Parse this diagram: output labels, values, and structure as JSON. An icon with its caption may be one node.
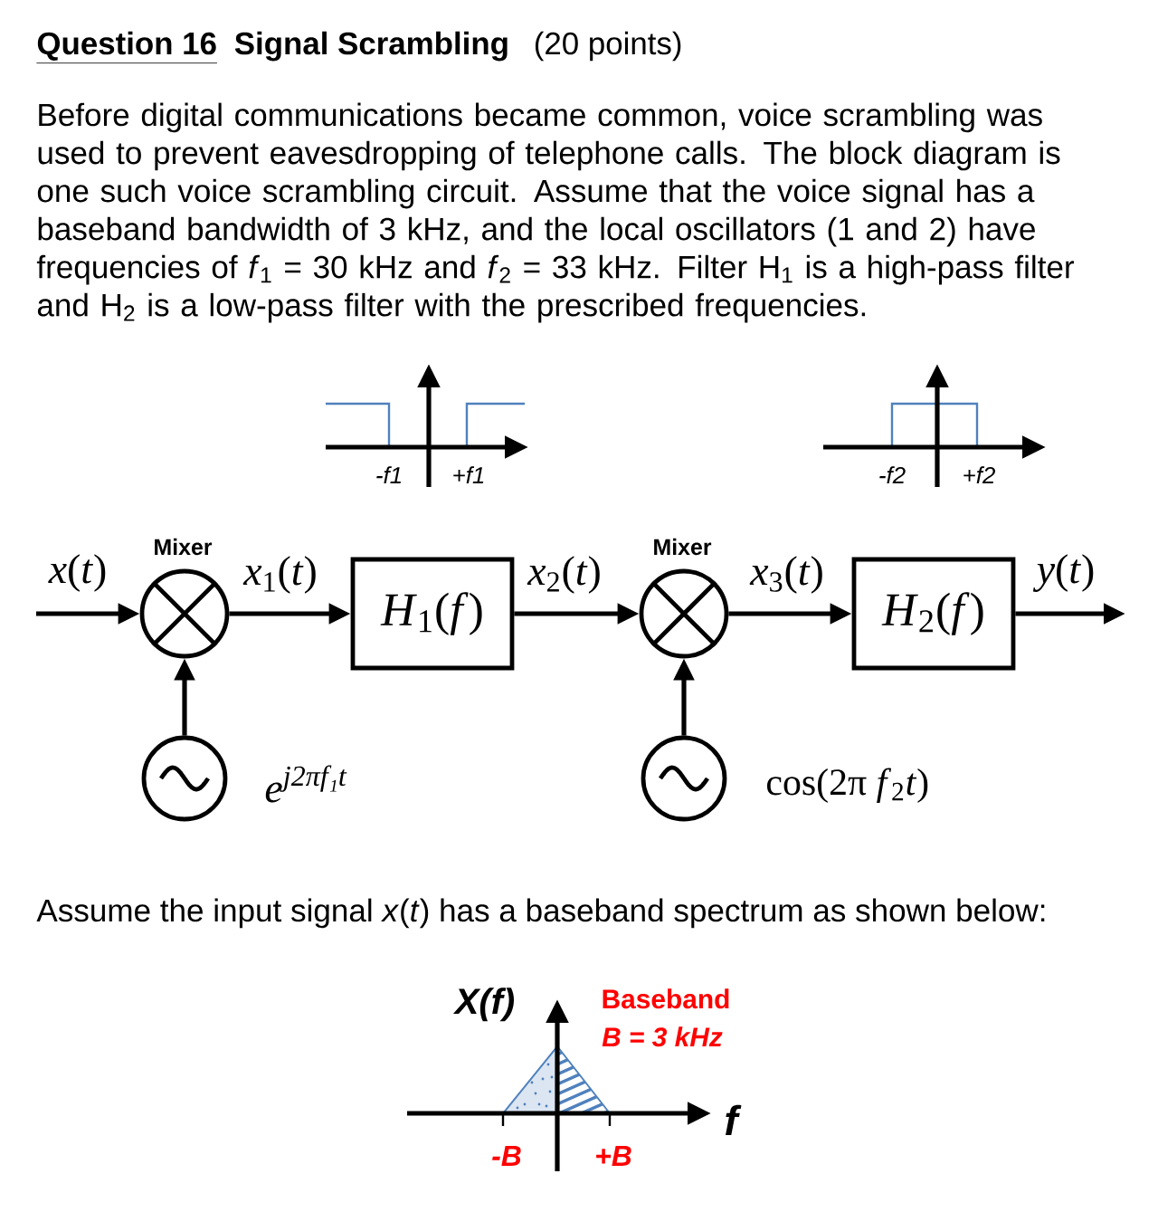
{
  "diagram": {
    "title": "Signal Scrambling",
    "nodes": [
      {
        "text": [
          "Mixer"
        ]
      },
      {
        "text": [
          "*H*$_{1}$(*f*)"
        ]
      },
      {
        "text": [
          "Mixer"
        ]
      },
      {
        "text": [
          "*H*$_{2}$(*f*)"
        ]
      },
      {
        "text": [],
        "shape": "circle",
        "beside": [
          "e$^{j2πf₁t}$"
        ]
      },
      {
        "text": [],
        "shape": "circle",
        "beside": [
          "cos(2π *f*$_{2}$*t*)"
        ]
      }
    ],
    "edges": [
      {
        "from": null,
        "to": 0,
        "arrow": "to",
        "label": "*x*(*t*)"
      },
      {
        "from": 0,
        "to": 1,
        "arrow": "to",
        "label": "*x*$_{1}$(*t*)"
      },
      {
        "from": 1,
        "to": 2,
        "arrow": "to",
        "label": "*x*$_{2}$(*t*)"
      },
      {
        "from": 2,
        "to": 3,
        "arrow": "to",
        "label": "*x*$_{3}$(*t*)"
      },
      {
        "from": 3,
        "to": null,
        "arrow": "to",
        "label": "*y*(*t*)"
      },
      {
        "from": 4,
        "to": 0,
        "arrow": "to"
      },
      {
        "from": 5,
        "to": 2,
        "arrow": "to"
      }
    ],
    "labels": [
      "Question 16",
      "(20 points)",
      "Before digital communications became common, voice scrambling was used to prevent eavesdropping of telephone calls. The block diagram is one such voice scrambling circuit. Assume that the voice signal has a baseband bandwidth of 3 kHz, and the local oscillators (1 and 2) have frequencies of *f*$_{1}$ = 30 kHz and *f*$_{2}$ = 33 kHz. Filter H$_{1}$ is a high-pass filter and H$_{2}$ is a low-pass filter with the prescribed frequencies.",
      "-f1",
      "+f1",
      "-f2",
      "+f2",
      "Assume the input signal *x*(*t*) has a baseband spectrum as shown below:",
      "X(f)",
      "Baseband",
      "B = 3 kHz",
      "f",
      "-B",
      "+B"
    ]
  }
}
